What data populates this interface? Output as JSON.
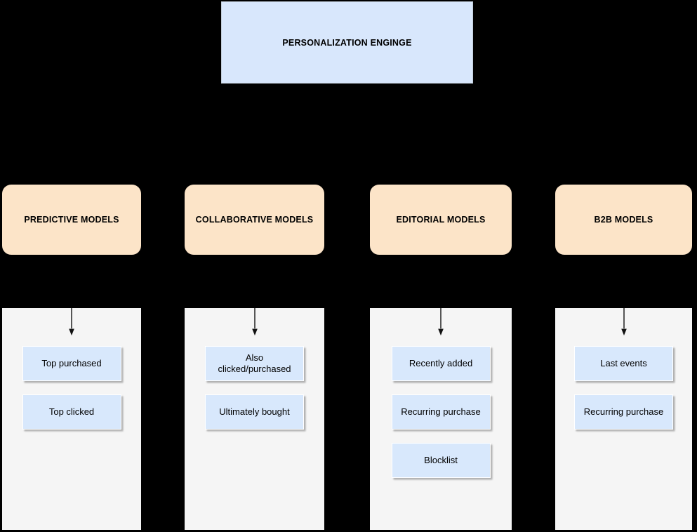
{
  "diagram": {
    "background": "#000000",
    "root": {
      "label": "PERSONALIZATION ENGINGE",
      "fill": "#d8e7fc"
    },
    "branches": [
      {
        "label": "PREDICTIVE MODELS",
        "fill": "#fce4c8",
        "children": [
          "Top purchased",
          "Top clicked"
        ]
      },
      {
        "label": "COLLABORATIVE MODELS",
        "fill": "#fce4c8",
        "children": [
          "Also clicked/purchased",
          "Ultimately bought"
        ]
      },
      {
        "label": "EDITORIAL MODELS",
        "fill": "#fce4c8",
        "children": [
          "Recently added",
          "Recurring purchase",
          "Blocklist"
        ]
      },
      {
        "label": "B2B MODELS",
        "fill": "#fce4c8",
        "children": [
          "Last events",
          "Recurring purchase"
        ]
      }
    ],
    "colors": {
      "item_fill": "#d8e8fc",
      "panel_fill": "#f5f5f5",
      "root_border": "#c2cdda",
      "arrow": "#111111",
      "text": "#000000"
    }
  }
}
